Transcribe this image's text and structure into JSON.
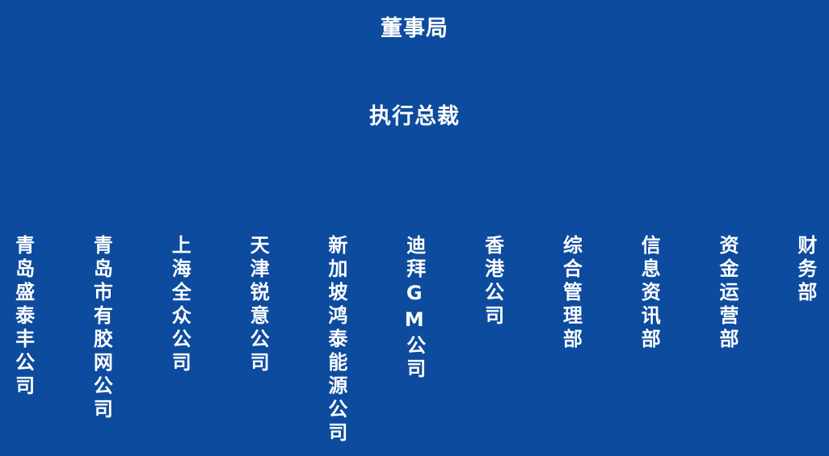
{
  "page": {
    "type": "organization-chart",
    "background_color": "#0D4B9E",
    "text_color": "#FFFFFF"
  },
  "org_chart": {
    "level1": {
      "label": "董事局"
    },
    "level2": {
      "label": "执行总裁"
    },
    "level3": {
      "items": [
        {
          "label": "青岛盛泰丰公司"
        },
        {
          "label": "青岛市有胶网公司"
        },
        {
          "label": "上海全众公司"
        },
        {
          "label": "天津锐意公司"
        },
        {
          "label": "新加坡鸿泰能源公司"
        },
        {
          "label": "迪拜GM公司"
        },
        {
          "label": "香港公司"
        },
        {
          "label": "综合管理部"
        },
        {
          "label": "信息资讯部"
        },
        {
          "label": "资金运营部"
        },
        {
          "label": "财务部"
        }
      ]
    }
  }
}
